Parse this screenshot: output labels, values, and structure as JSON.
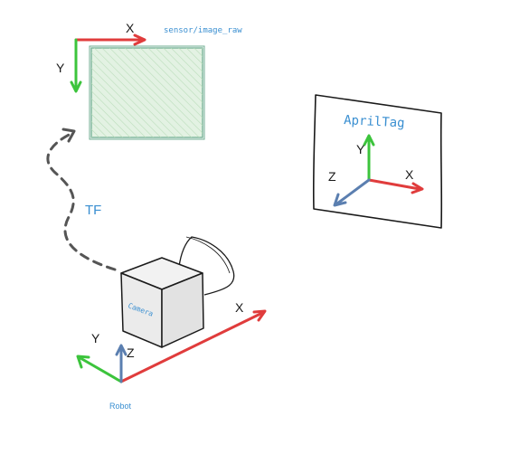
{
  "image_frame": {
    "topic": "sensor/image_raw",
    "x_label": "X",
    "y_label": "Y"
  },
  "apriltag": {
    "title": "AprilTag",
    "x_label": "X",
    "y_label": "Y",
    "z_label": "Z"
  },
  "transform": {
    "label": "TF"
  },
  "camera": {
    "label": "Camera"
  },
  "robot": {
    "label": "Robot",
    "x_label": "X",
    "y_label": "Y",
    "z_label": "Z"
  },
  "colors": {
    "x_axis": "#e03c3c",
    "y_axis": "#3cc43c",
    "z_axis": "#5b7fb0",
    "accent_text": "#3a8fd1",
    "image_fill": "#e3f2e3",
    "image_border": "#6fae91",
    "tf_arrow": "#555555"
  }
}
